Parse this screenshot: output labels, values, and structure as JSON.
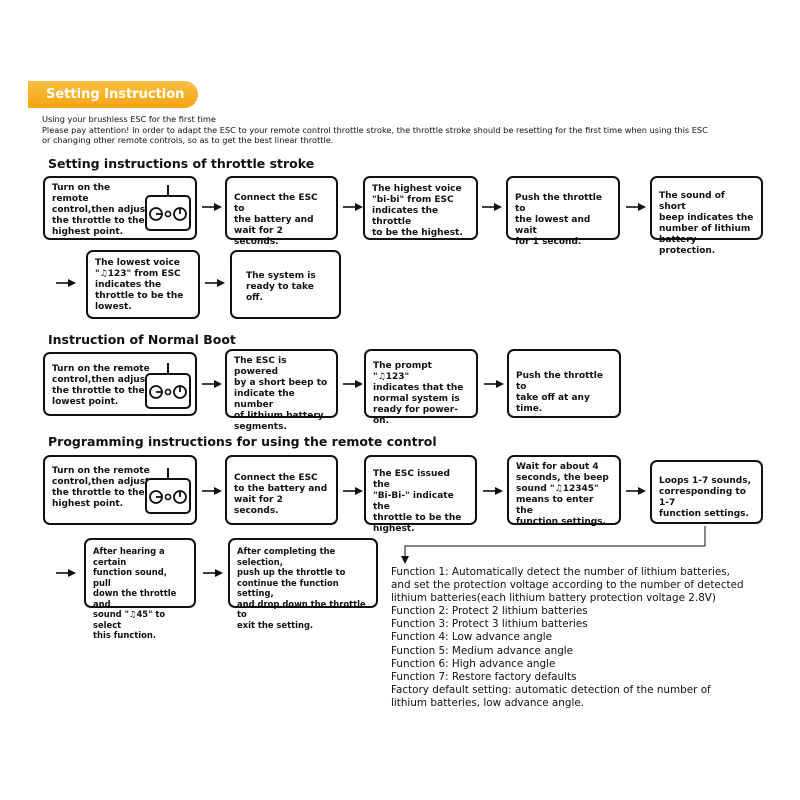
{
  "banner": "Setting Instruction",
  "intro": [
    "Using your brushless ESC for the first time",
    "Please pay attention! In order to adapt the ESC to your remote control throttle stroke, the throttle stroke should be resetting for the first time when using this ESC",
    "or changing other remote controls, so as to get  the best linear throttle."
  ],
  "sections": {
    "throttle": {
      "title": "Setting instructions of throttle stroke",
      "steps": [
        "Turn on the\nremote\ncontrol,then adjust\nthe throttle to the\nhighest point.",
        "Connect the ESC to\nthe battery and\nwait for 2 seconds.",
        "The highest voice\n\"bi-bi\" from ESC\nindicates the throttle\nto be the highest.",
        "Push the throttle to\nthe lowest and wait\nfor 1 second.",
        "The sound of short\nbeep indicates the\nnumber of lithium\nbattery protection.",
        "The lowest voice\n\"♫123\" from ESC\nindicates the\nthrottle to be the\nlowest.",
        "The system is\nready to take off."
      ]
    },
    "boot": {
      "title": "Instruction of Normal Boot",
      "steps": [
        "Turn on the remote\ncontrol,then adjust\nthe throttle to the\nlowest point.",
        "The ESC is powered\nby a short beep to\nindicate the number\nof lithium battery\nsegments.",
        "The prompt \"♫123\"\nindicates that the\nnormal system is\nready for power-on.",
        "Push the throttle to\ntake off at any time."
      ]
    },
    "program": {
      "title": "Programming instructions for using the remote control",
      "steps": [
        "Turn on the remote\ncontrol,then adjust\nthe throttle to the\nhighest point.",
        "Connect the ESC\nto the battery and\nwait for 2 seconds.",
        "The ESC issued the\n\"Bi-Bi-\" indicate the\nthrottle to be the\nhighest.",
        "Wait for about 4\nseconds, the beep\nsound \"♫12345\"\nmeans to enter the\nfunction settings.",
        "Loops 1-7 sounds,\ncorresponding to 1-7\nfunction settings.",
        "After hearing a certain\nfunction sound, pull\ndown the throttle and\nsound \"♫45\" to select\nthis function.",
        "After completing the selection,\npush up the throttle to\ncontinue the function setting,\nand drop down the throttle to\nexit the setting."
      ]
    }
  },
  "functions": [
    "Function 1: Automatically detect the number of lithium batteries,",
    "and set the protection voltage according to the number of detected",
    "lithium batteries(each lithium battery protection voltage 2.8V)",
    "Function 2: Protect 2 lithium batteries",
    "Function 3: Protect 3 lithium batteries",
    "Function 4: Low advance angle",
    "Function 5: Medium advance angle",
    "Function 6: High advance angle",
    "Function 7: Restore factory defaults",
    "Factory default setting: automatic detection of the number of",
    "lithium batteries, low advance angle."
  ]
}
